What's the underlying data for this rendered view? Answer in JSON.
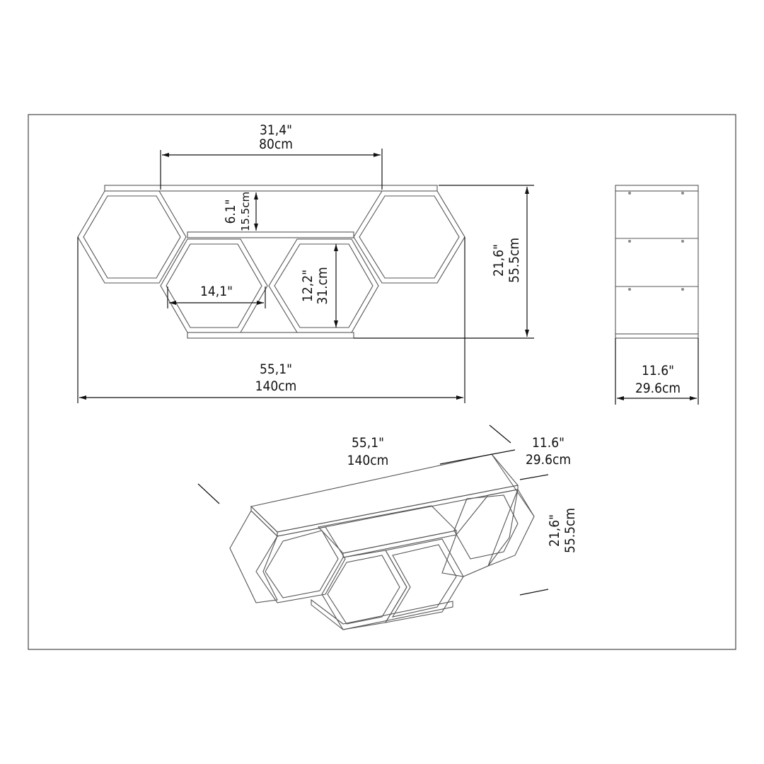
{
  "front_view": {
    "top_span": {
      "inch": "31,4\"",
      "cm": "80cm"
    },
    "top_gap": {
      "inch": "6.1\"",
      "cm": "15.5cm"
    },
    "cell_width": {
      "inch": "14,1\""
    },
    "cell_height": {
      "inch": "12,2\"",
      "cm": "31.cm"
    },
    "total_height": {
      "inch": "21,6\"",
      "cm": "55.5cm"
    },
    "total_width": {
      "inch": "55,1\"",
      "cm": "140cm"
    }
  },
  "side_view": {
    "depth": {
      "inch": "11.6\"",
      "cm": "29.6cm"
    }
  },
  "iso_view": {
    "width": {
      "inch": "55,1\"",
      "cm": "140cm"
    },
    "depth": {
      "inch": "11.6\"",
      "cm": "29.6cm"
    },
    "height": {
      "inch": "21,6\"",
      "cm": "55.5cm"
    }
  },
  "colors": {
    "line": "#555555",
    "dimension": "#111111"
  }
}
